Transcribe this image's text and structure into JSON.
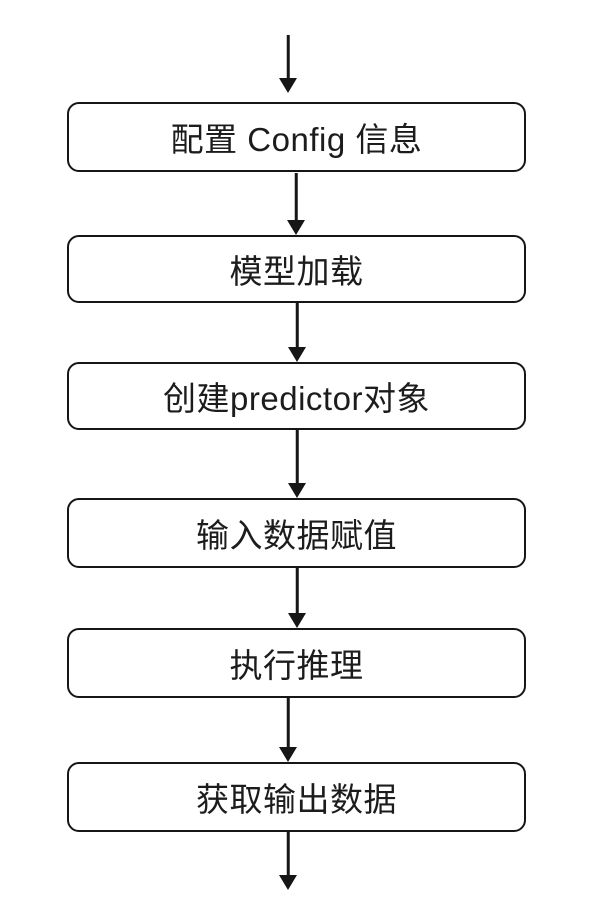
{
  "diagram": {
    "type": "flowchart",
    "direction": "top-down",
    "background_color": "#ffffff",
    "node_fill_color": "#ffffff",
    "stroke_color": "#161616",
    "text_color": "#1c1c1c",
    "nodes": [
      {
        "id": "config",
        "label": "配置 Config 信息"
      },
      {
        "id": "model-load",
        "label": "模型加载"
      },
      {
        "id": "create-predictor",
        "label": "创建predictor对象"
      },
      {
        "id": "input-data",
        "label": "输入数据赋值"
      },
      {
        "id": "run-inference",
        "label": "执行推理"
      },
      {
        "id": "get-output",
        "label": "获取输出数据"
      }
    ],
    "connectors": [
      {
        "from": "start",
        "to": "config"
      },
      {
        "from": "config",
        "to": "model-load"
      },
      {
        "from": "model-load",
        "to": "create-predictor"
      },
      {
        "from": "create-predictor",
        "to": "input-data"
      },
      {
        "from": "input-data",
        "to": "run-inference"
      },
      {
        "from": "run-inference",
        "to": "get-output"
      },
      {
        "from": "get-output",
        "to": "end"
      }
    ]
  }
}
